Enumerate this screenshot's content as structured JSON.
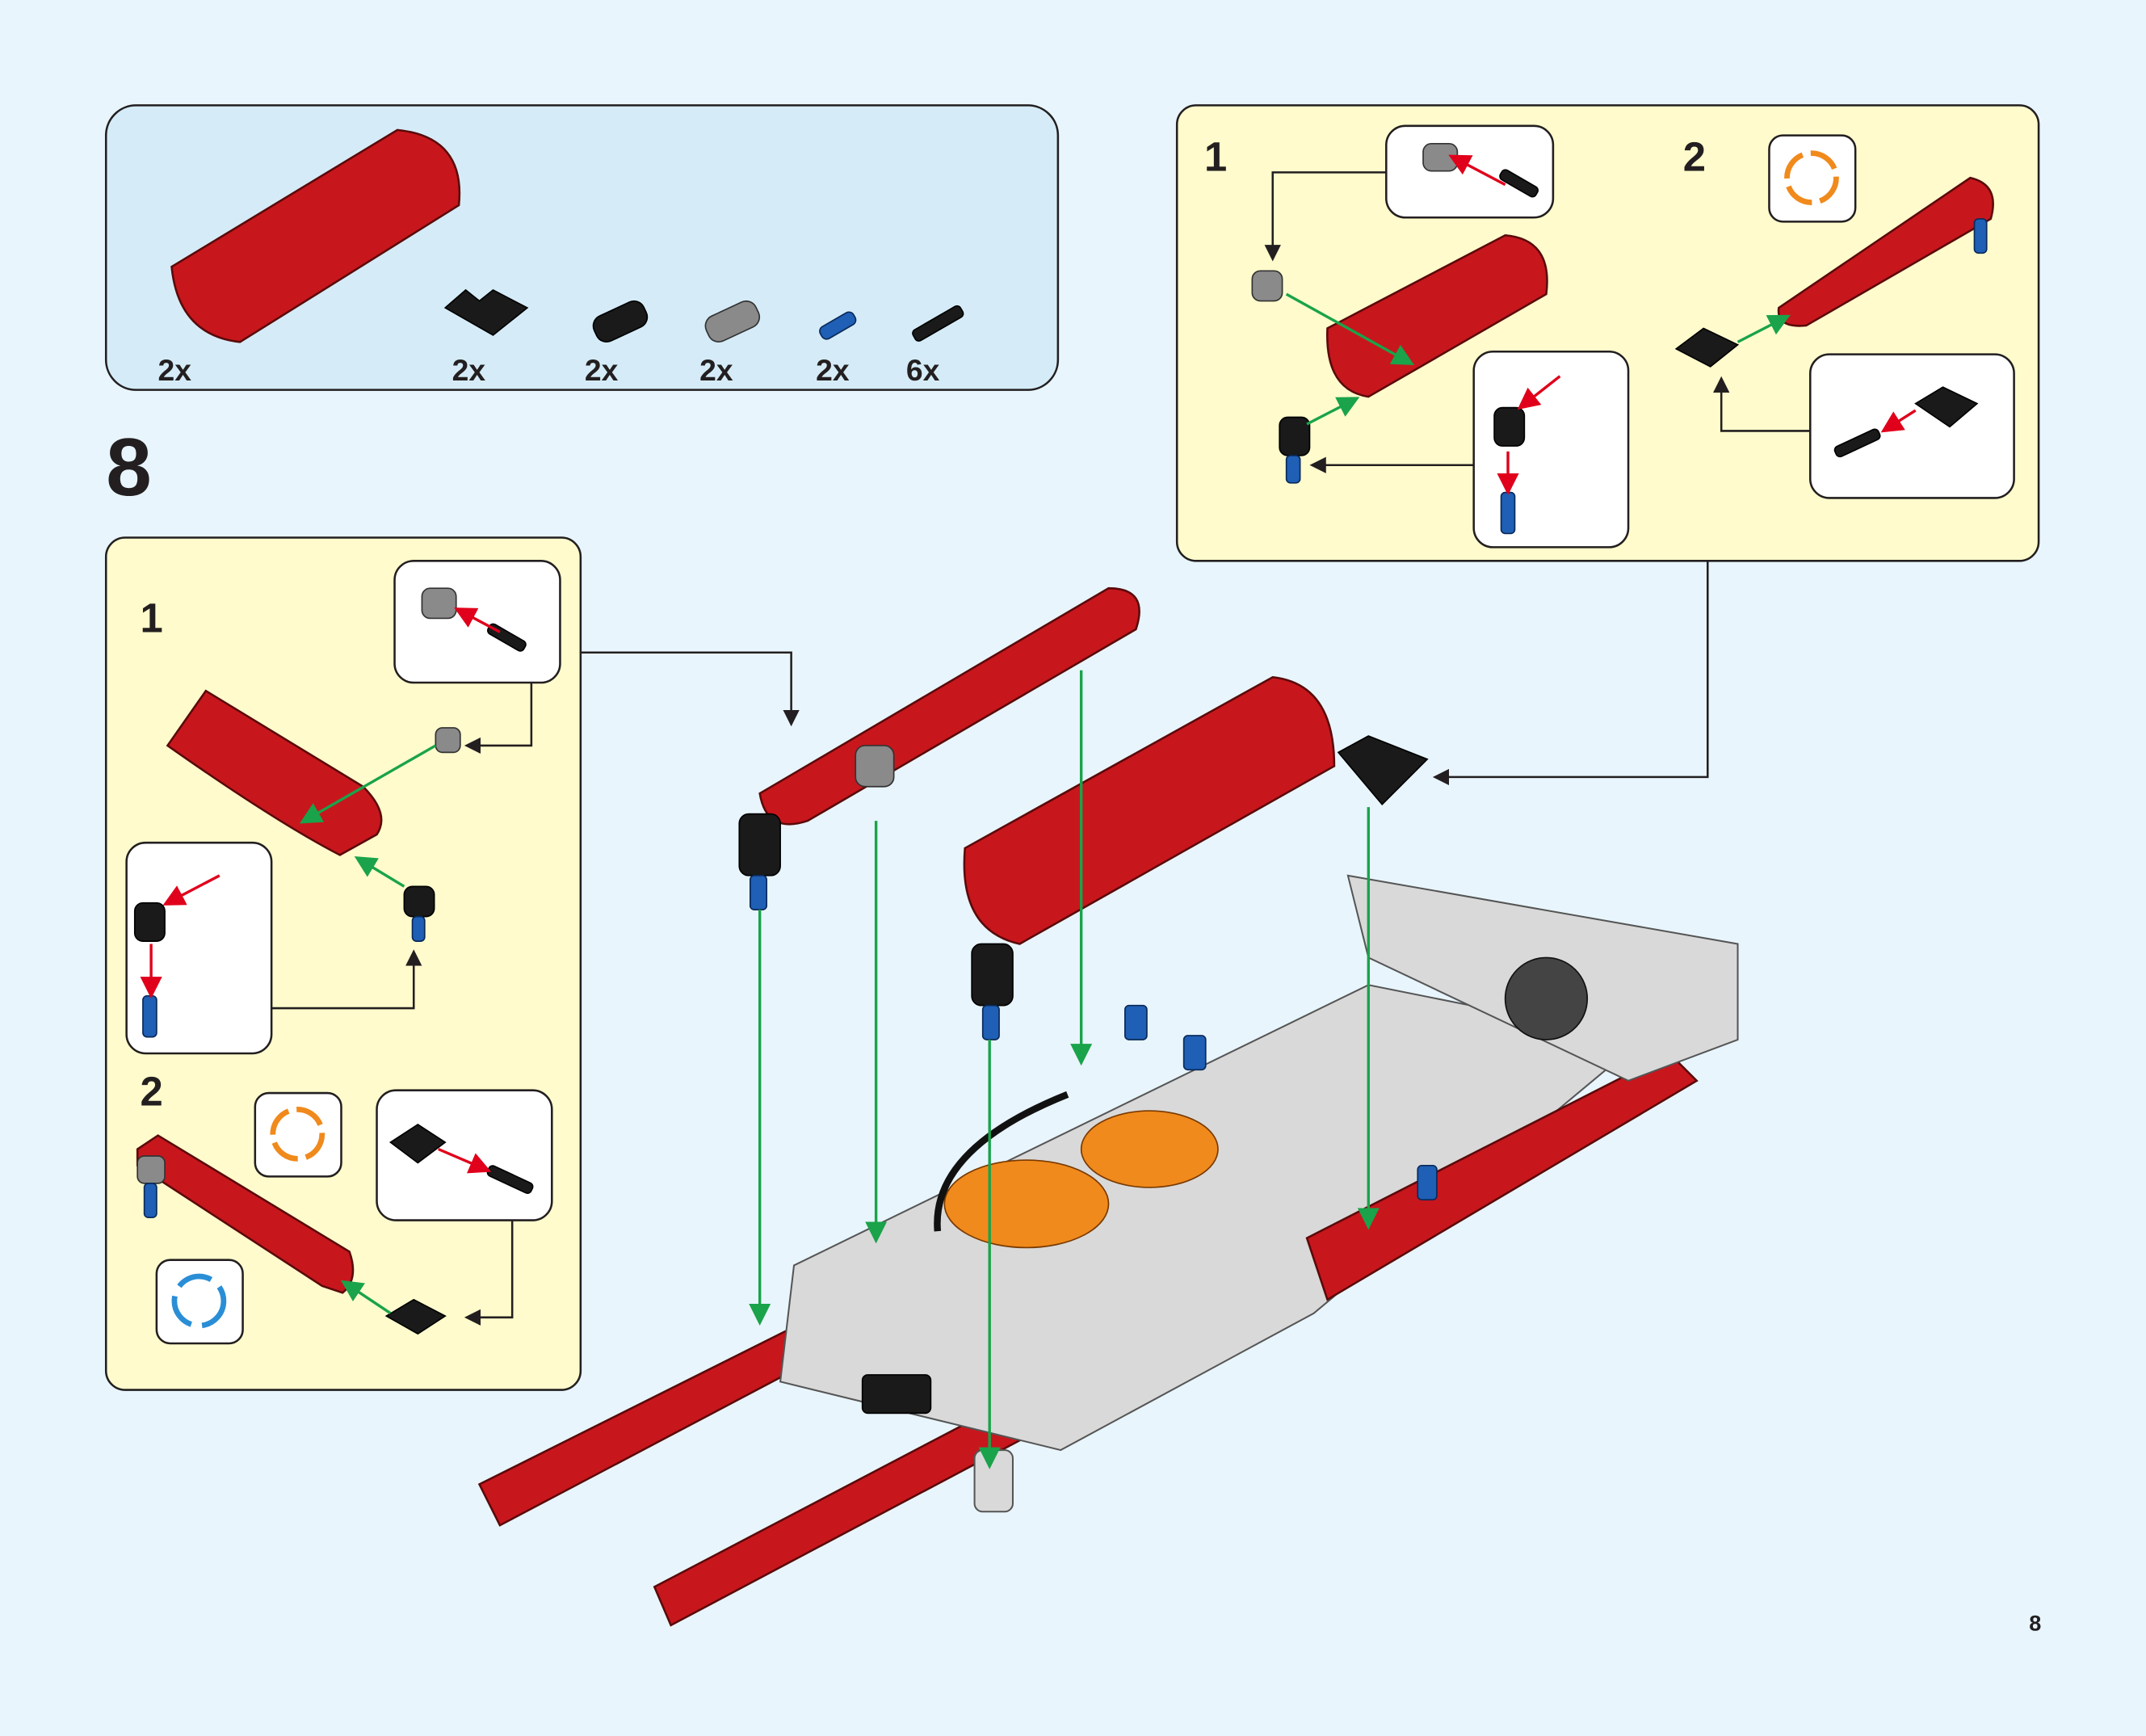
{
  "parts_list": {
    "items": [
      {
        "part": "red-curved-panel",
        "qty": "2x"
      },
      {
        "part": "black-connector-block",
        "qty": "2x"
      },
      {
        "part": "black-angle-connector",
        "qty": "2x"
      },
      {
        "part": "gray-angle-connector",
        "qty": "2x"
      },
      {
        "part": "blue-pin",
        "qty": "2x"
      },
      {
        "part": "black-pin",
        "qty": "6x"
      }
    ]
  },
  "step_number": "8",
  "left_substep": {
    "steps": [
      {
        "number": "1"
      },
      {
        "number": "2"
      }
    ]
  },
  "right_substep": {
    "steps": [
      {
        "number": "1"
      },
      {
        "number": "2"
      }
    ]
  },
  "page_number": "8",
  "colors": {
    "background": "#e8f5fc",
    "parts_box": "#d5ecf8",
    "substep_box": "#fffbcc",
    "red": "#c8161d",
    "arrow_green": "#1aa34a",
    "arrow_red": "#e0001b",
    "rotate_orange": "#f08a1c",
    "rotate_blue": "#2a8ed6"
  }
}
